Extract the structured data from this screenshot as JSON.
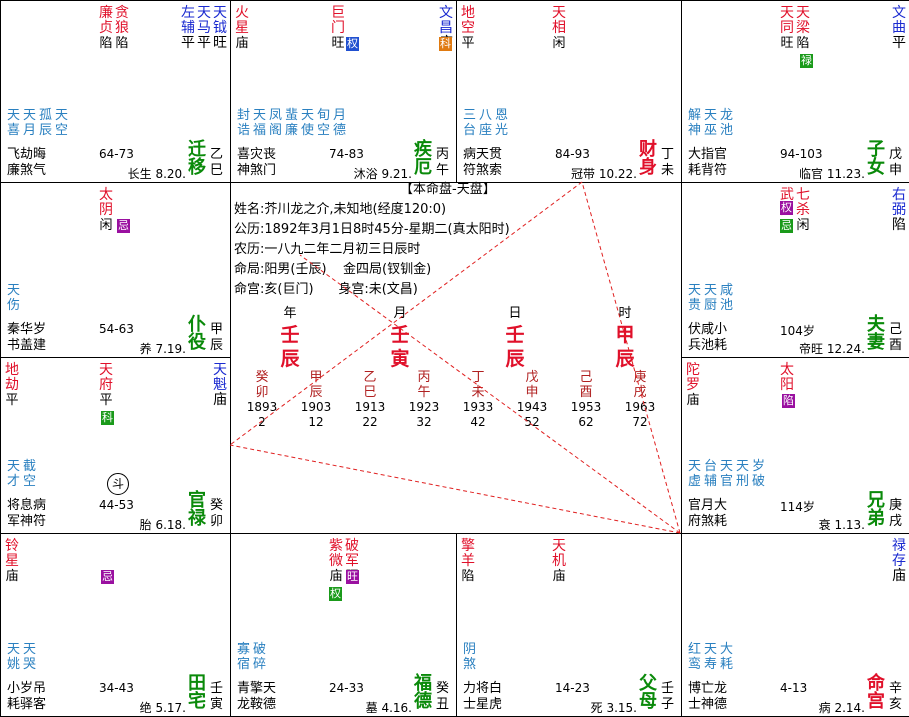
{
  "title": "【本命盘-天盘】",
  "info": [
    "姓名:芥川龙之介,未知地(经度120:0)",
    "公历:1892年3月1日8时45分-星期二(真太阳时)",
    "农历:一八九二年二月初三日辰时",
    "命局:阳男(壬辰)    金四局(钗钏金)",
    "命宫:亥(巨门)      身宫:未(文昌)"
  ],
  "pillars": [
    {
      "label": "年",
      "stem": "壬",
      "branch": "辰"
    },
    {
      "label": "月",
      "stem": "壬",
      "branch": "寅"
    },
    {
      "label": "日",
      "stem": "壬",
      "branch": "辰"
    },
    {
      "label": "时",
      "stem": "甲",
      "branch": "辰"
    }
  ],
  "dayun": [
    {
      "stem": "癸",
      "branch": "卯",
      "year": "1893",
      "age": "2"
    },
    {
      "stem": "甲",
      "branch": "辰",
      "year": "1903",
      "age": "12"
    },
    {
      "stem": "乙",
      "branch": "巳",
      "year": "1913",
      "age": "22"
    },
    {
      "stem": "丙",
      "branch": "午",
      "year": "1923",
      "age": "32"
    },
    {
      "stem": "丁",
      "branch": "未",
      "year": "1933",
      "age": "42"
    },
    {
      "stem": "戊",
      "branch": "申",
      "year": "1943",
      "age": "52"
    },
    {
      "stem": "己",
      "branch": "酉",
      "year": "1953",
      "age": "62"
    },
    {
      "stem": "庚",
      "branch": "戌",
      "year": "1963",
      "age": "72"
    }
  ],
  "dou_mark": "斗",
  "colors": {
    "red": "#e0102a",
    "blue": "#1a2ad0",
    "teal": "#2a80c0",
    "green": "#0a8a0a",
    "hua_lu": "#1a9a1a",
    "hua_quan": "#2050d0",
    "hua_ke": "#1a9a1a",
    "hua_ji": "#9a10a0",
    "hua_orange": "#e07a10"
  },
  "palaces": {
    "si": {
      "stars": [
        {
          "n": "廉贞",
          "b": "陷",
          "c": "red"
        },
        {
          "n": "贪狼",
          "b": "陷",
          "c": "red"
        }
      ],
      "adj": [
        {
          "n": "左辅",
          "b": "平",
          "c": "blue"
        },
        {
          "n": "天马",
          "b": "平",
          "c": "blue"
        },
        {
          "n": "天钺",
          "b": "旺",
          "c": "blue"
        }
      ],
      "minor": [
        "天喜",
        "天月",
        "孤辰",
        "天空"
      ],
      "gods": [
        "飞劫晦",
        "廉煞气"
      ],
      "range": "64-73",
      "stage": "长生 8.20.",
      "name": [
        "迁",
        "移"
      ],
      "gz": [
        "乙",
        "巳"
      ],
      "hua": []
    },
    "wu": {
      "stars": [
        {
          "n": "火星",
          "b": "庙",
          "c": "red"
        },
        {
          "n": "巨门",
          "b": "旺",
          "c": "red"
        }
      ],
      "adj": [
        {
          "n": "文昌",
          "b": "庙",
          "c": "blue"
        }
      ],
      "minor": [
        "封诰",
        "天福",
        "凤阁",
        "蜚廉",
        "天使",
        "旬空",
        "月德"
      ],
      "gods": [
        "喜灾丧",
        "神煞门"
      ],
      "range": "74-83",
      "stage": "沐浴 9.21.",
      "name": [
        "疾",
        "厄"
      ],
      "gz": [
        "丙",
        "午"
      ],
      "hua": [
        {
          "t": "权",
          "c": "hua_quan",
          "star": 1
        },
        {
          "t": "科",
          "c": "hua_orange",
          "star": 2
        }
      ]
    },
    "wei": {
      "stars": [
        {
          "n": "地空",
          "b": "平",
          "c": "red"
        },
        {
          "n": "天相",
          "b": "闲",
          "c": "red"
        }
      ],
      "adj": [],
      "minor": [
        "三台",
        "八座",
        "恩光"
      ],
      "gods": [
        "病天贯",
        "符煞索"
      ],
      "range": "84-93",
      "stage": "冠带 10.22.",
      "name": [
        "财",
        "身"
      ],
      "gz": [
        "丁",
        "未"
      ],
      "hua": []
    },
    "shen": {
      "stars": [
        {
          "n": "天同",
          "b": "旺",
          "c": "red"
        },
        {
          "n": "天梁",
          "b": "陷",
          "c": "red"
        }
      ],
      "adj": [
        {
          "n": "文曲",
          "b": "平",
          "c": "blue"
        }
      ],
      "minor": [
        "解神",
        "天巫",
        "龙池"
      ],
      "gods": [
        "大指官",
        "耗背符"
      ],
      "range": "94-103",
      "stage": "临官 11.23.",
      "name": [
        "子",
        "女"
      ],
      "gz": [
        "戊",
        "申"
      ],
      "hua": [
        {
          "t": "禄",
          "c": "hua_lu",
          "star": 1
        }
      ]
    },
    "chen": {
      "stars": [
        {
          "n": "太阴",
          "b": "闲",
          "c": "red"
        }
      ],
      "adj": [],
      "minor": [
        "天伤"
      ],
      "gods": [
        "秦华岁",
        "书盖建"
      ],
      "range": "54-63",
      "stage": "养 7.19.",
      "name": [
        "仆",
        "役"
      ],
      "gz": [
        "甲",
        "辰"
      ],
      "hua": [
        {
          "t": "忌",
          "c": "hua_ji",
          "star": 0
        }
      ]
    },
    "you": {
      "stars": [
        {
          "n": "武曲",
          "b": "",
          "c": "red"
        },
        {
          "n": "七杀",
          "b": "闲",
          "c": "red"
        }
      ],
      "adj": [
        {
          "n": "右弼",
          "b": "陷",
          "c": "blue"
        }
      ],
      "minor": [
        "天贵",
        "天厨",
        "咸池"
      ],
      "gods": [
        "伏咸小",
        "兵池耗"
      ],
      "range": "104岁",
      "stage": "帝旺 12.24.",
      "name": [
        "夫",
        "妻"
      ],
      "gz": [
        "己",
        "酉"
      ],
      "hua": [
        {
          "t": "权",
          "c": "hua_ji",
          "star": 0
        },
        {
          "t": "忌",
          "c": "hua_lu",
          "star": 0
        }
      ]
    },
    "mao": {
      "stars": [
        {
          "n": "地劫",
          "b": "平",
          "c": "red"
        },
        {
          "n": "天府",
          "b": "平",
          "c": "red"
        }
      ],
      "adj": [
        {
          "n": "天魁",
          "b": "庙",
          "c": "blue"
        }
      ],
      "minor": [
        "天才",
        "截空"
      ],
      "gods": [
        "将息病",
        "军神符"
      ],
      "range": "44-53",
      "stage": "胎 6.18.",
      "name": [
        "官",
        "禄"
      ],
      "gz": [
        "癸",
        "卯"
      ],
      "hua": [
        {
          "t": "科",
          "c": "hua_ke",
          "star": 1
        }
      ]
    },
    "xu": {
      "stars": [
        {
          "n": "陀罗",
          "b": "庙",
          "c": "red"
        },
        {
          "n": "太阳",
          "b": "",
          "c": "red"
        }
      ],
      "adj": [],
      "minor": [
        "天虚",
        "台辅",
        "天官",
        "天刑",
        "岁破"
      ],
      "gods": [
        "官月大",
        "府煞耗"
      ],
      "range": "114岁",
      "stage": "衰 1.13.",
      "name": [
        "兄",
        "弟"
      ],
      "gz": [
        "庚",
        "戌"
      ],
      "hua": [
        {
          "t": "陷",
          "c": "hua_ji",
          "star": 1
        }
      ]
    },
    "yin": {
      "stars": [
        {
          "n": "铃星",
          "b": "庙",
          "c": "red"
        }
      ],
      "adj": [],
      "minor": [
        "天姚",
        "天哭"
      ],
      "gods": [
        "小岁吊",
        "耗驿客"
      ],
      "range": "34-43",
      "stage": "绝 5.17.",
      "name": [
        "田",
        "宅"
      ],
      "gz": [
        "壬",
        "寅"
      ],
      "hua": [
        {
          "t": "忌",
          "c": "hua_ji",
          "star": 0
        }
      ]
    },
    "chou": {
      "stars": [
        {
          "n": "紫微",
          "b": "庙",
          "c": "red"
        },
        {
          "n": "破军",
          "b": "旺",
          "c": "red"
        }
      ],
      "adj": [],
      "minor": [
        "寡宿",
        "破碎"
      ],
      "gods": [
        "青擎天",
        "龙鞍德"
      ],
      "range": "24-33",
      "stage": "墓 4.16.",
      "name": [
        "福",
        "德"
      ],
      "gz": [
        "癸",
        "丑"
      ],
      "hua": [
        {
          "t": "旺",
          "c": "hua_ji",
          "star": 1
        },
        {
          "t": "权",
          "c": "hua_lu",
          "star": 0
        }
      ]
    },
    "zi": {
      "stars": [
        {
          "n": "擎羊",
          "b": "陷",
          "c": "red"
        },
        {
          "n": "天机",
          "b": "庙",
          "c": "red"
        }
      ],
      "adj": [],
      "minor": [
        "阴煞"
      ],
      "gods": [
        "力将白",
        "士星虎"
      ],
      "range": "14-23",
      "stage": "死 3.15.",
      "name": [
        "父",
        "母"
      ],
      "gz": [
        "壬",
        "子"
      ],
      "hua": []
    },
    "hai": {
      "stars": [],
      "adj": [
        {
          "n": "禄存",
          "b": "庙",
          "c": "blue"
        }
      ],
      "minor": [
        "红鸾",
        "天寿",
        "大耗"
      ],
      "gods": [
        "博亡龙",
        "士神德"
      ],
      "range": "4-13",
      "stage": "病 2.14.",
      "name": [
        "命",
        "宫"
      ],
      "gz": [
        "辛",
        "亥"
      ],
      "hua": []
    }
  }
}
